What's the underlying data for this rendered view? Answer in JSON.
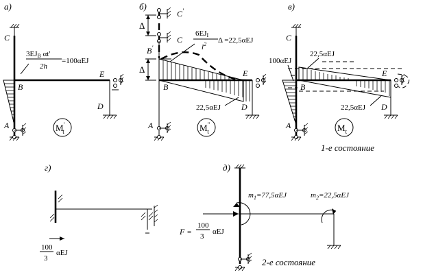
{
  "panels": {
    "a": {
      "label": "а)",
      "nodes": {
        "C": "C",
        "B": "B",
        "E": "E",
        "D": "D",
        "A": "A"
      },
      "formula_num": "3EJ",
      "formula_num_sub": "B",
      "formula_num_tail": " αt'",
      "formula_den": "2h",
      "formula_result": "=100αEJ",
      "diagram_label": "M",
      "diagram_sup": "'",
      "diagram_sub": "t"
    },
    "b": {
      "label": "б)",
      "nodes": {
        "C1": "C",
        "C1_mark": "'",
        "C": "C",
        "B1": "B",
        "B1_mark": "'",
        "B": "B",
        "E": "E",
        "D": "D",
        "A": "A"
      },
      "delta1": "Δ",
      "delta2": "Δ",
      "formula_num": "6EJ",
      "formula_num_sub": "I",
      "formula_den": "l",
      "formula_den_sup": "2",
      "formula_result": " Δ =22,5αEJ",
      "value_label": "22,5αEJ",
      "diagram_label": "M",
      "diagram_sup": "\"",
      "diagram_sub": "t"
    },
    "c": {
      "label": "в)",
      "nodes": {
        "C": "C",
        "B": "B",
        "E": "E",
        "D": "D",
        "A": "A"
      },
      "value_left": "100αEJ",
      "value_top": "22,5αEJ",
      "value_bottom": "22,5αEJ",
      "diagram_label": "M",
      "diagram_sub": "t",
      "state": "1-е состояние"
    },
    "d": {
      "label": "г)",
      "force_num": "100",
      "force_den": "3",
      "force_unit": "αEJ"
    },
    "e": {
      "label": "д)",
      "m1_label": "m",
      "m1_sub": "1",
      "m1_value": "=77,5αEJ",
      "m2_label": "m",
      "m2_sub": "2",
      "m2_value": "=22,5αEJ",
      "f_label": "F",
      "f_eq": "=",
      "f_num": "100",
      "f_den": "3",
      "f_unit": "αEJ",
      "state": "2-е состояние"
    }
  }
}
